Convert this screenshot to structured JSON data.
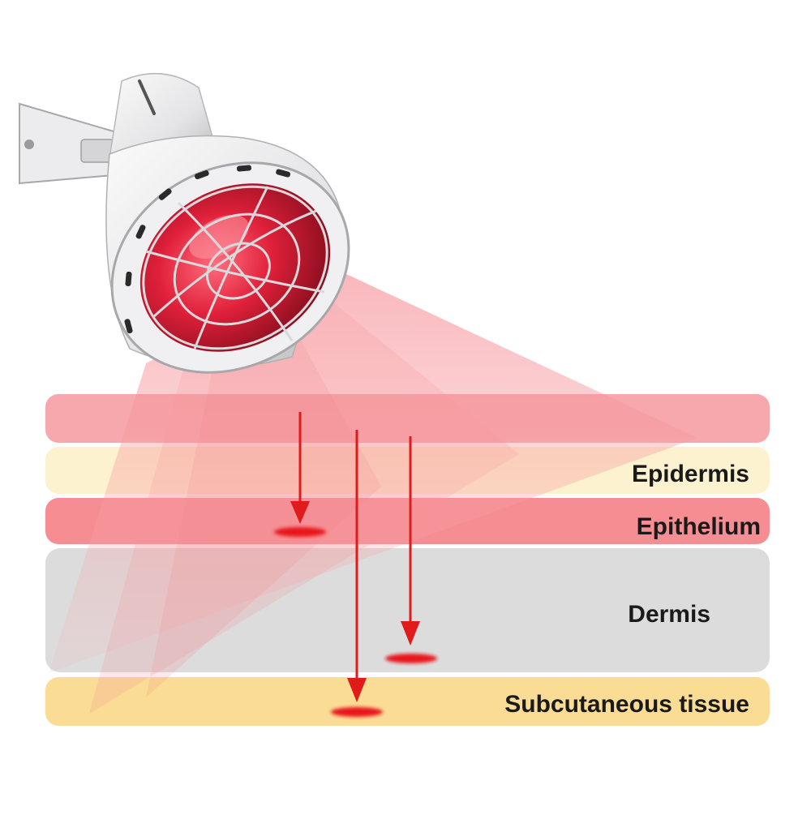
{
  "layers": [
    {
      "id": "top",
      "label": "",
      "color": "#f6a8ad"
    },
    {
      "id": "epidermis",
      "label": "Epidermis",
      "color": "#fdf2cf"
    },
    {
      "id": "epithelium",
      "label": "Epithelium",
      "color": "#f58d92"
    },
    {
      "id": "dermis",
      "label": "Dermis",
      "color": "#dcdcdc"
    },
    {
      "id": "subcutaneous",
      "label": "Subcutaneous tissue",
      "color": "#fbdc94"
    }
  ],
  "colors": {
    "arrow": "#e01b1b",
    "beam": "#f8b0b4",
    "lamp_body": "#e8e8ea",
    "bulb": "#e0203a"
  },
  "icons": [
    "infrared-lamp-icon",
    "arrow-down-icon",
    "heat-spot-icon"
  ]
}
